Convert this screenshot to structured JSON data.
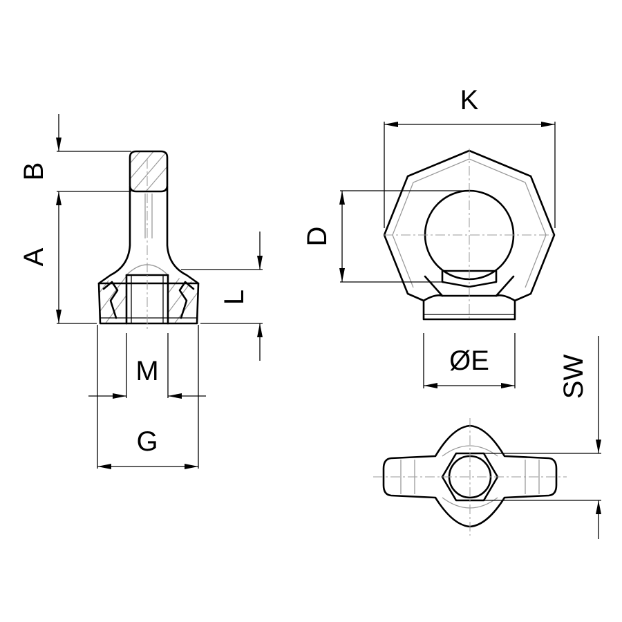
{
  "labels": {
    "A": "A",
    "B": "B",
    "L": "L",
    "M": "M",
    "G": "G",
    "K": "K",
    "D": "D",
    "E": "ØE",
    "SW": "SW"
  },
  "colors": {
    "line": "#000000",
    "hidden_edge": "#9a9a9a",
    "background": "#ffffff"
  }
}
